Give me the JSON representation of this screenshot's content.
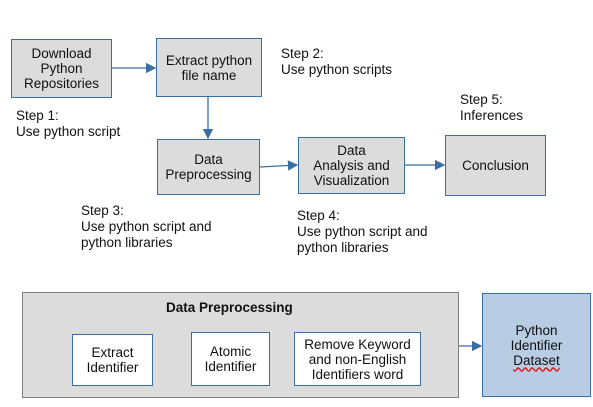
{
  "flow": {
    "download": "Download\nPython\nRepositories",
    "extract": "Extract python\nfile name",
    "preprocessing": "Data\nPreprocessing",
    "analysis": "Data\nAnalysis and\nVisualization",
    "conclusion": "Conclusion"
  },
  "steps": {
    "step1": "Step 1:\nUse python script",
    "step2": "Step 2:\nUse python scripts",
    "step3": "Step 3:\nUse python script and\npython libraries",
    "step4": "Step 4:\nUse python script and\npython libraries",
    "step5": "Step 5:\nInferences"
  },
  "detail": {
    "title": "Data Preprocessing",
    "extract_identifier": "Extract\nIdentifier",
    "atomic_identifier": "Atomic\nIdentifier",
    "remove_keyword": "Remove Keyword\nand non-English\nIdentifiers word"
  },
  "dataset": {
    "line1": "Python",
    "line2": "Identifier",
    "line3": "Dataset"
  },
  "colors": {
    "process_fill": "#dcdcdc",
    "dataset_fill": "#b8cce4",
    "border": "#3b6fa3",
    "arrow": "#3b6fa3"
  }
}
